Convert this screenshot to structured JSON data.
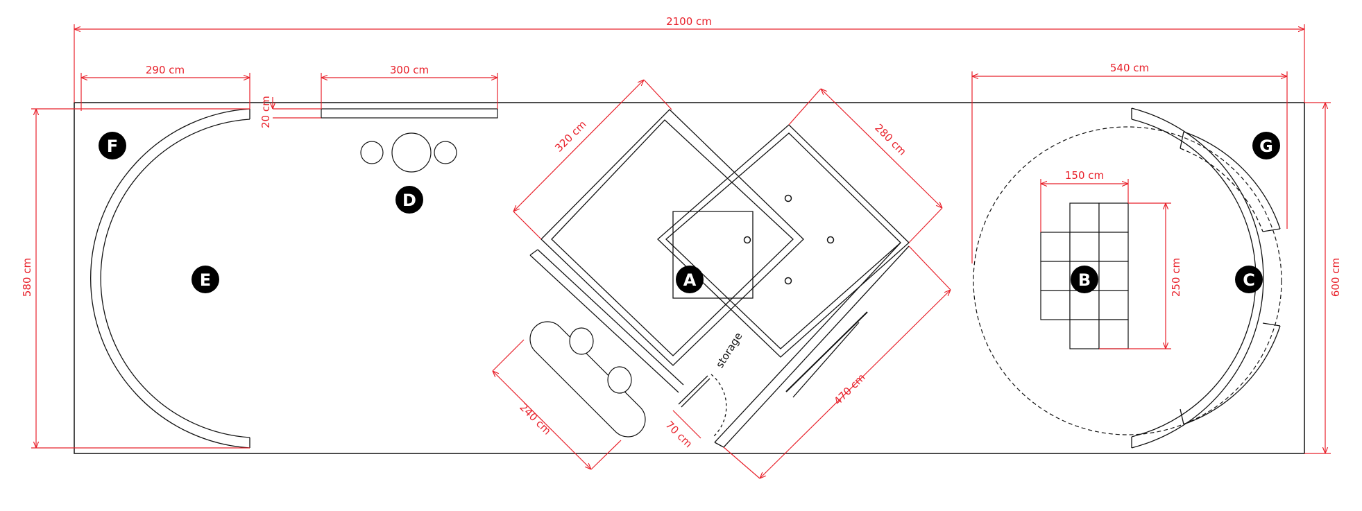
{
  "colors": {
    "dimension": "#e8202a",
    "wall": "#111111",
    "marker": "#000000",
    "marker_text": "#ffffff",
    "background": "#ffffff"
  },
  "dimensions": {
    "total_width": "2100 cm",
    "wall_f_segment": "290 cm",
    "wall_d_segment": "300 cm",
    "wall_gap": "20 cm",
    "left_height": "580 cm",
    "right_height": "600 cm",
    "right_zone_width": "540 cm",
    "pavilion_side_a": "320 cm",
    "pavilion_side_b": "280 cm",
    "bench_length": "240 cm",
    "door_width": "70 cm",
    "long_wall": "470 cm",
    "grid_width": "150 cm",
    "grid_height": "250 cm"
  },
  "labels": {
    "storage": "storage"
  },
  "markers": [
    "A",
    "B",
    "C",
    "D",
    "E",
    "F",
    "G"
  ]
}
